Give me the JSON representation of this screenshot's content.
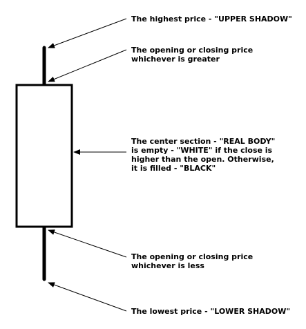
{
  "labels": {
    "upper_shadow": "The highest price - \"UPPER SHADOW\"",
    "open_close_greater": "The opening or closing price\nwhichever is greater",
    "real_body": "The center section - \"REAL BODY\"\nis empty - \"WHITE\" if the close is\nhigher than the open. Otherwise,\nit is filled - \"BLACK\"",
    "open_close_less": "The opening or closing price\nwhichever is less",
    "lower_shadow": "The lowest price - \"LOWER SHADOW\""
  },
  "colors": {
    "line": "#000000",
    "body_fill": "#ffffff",
    "background": "#ffffff"
  },
  "candle": {
    "body_style": "white"
  }
}
